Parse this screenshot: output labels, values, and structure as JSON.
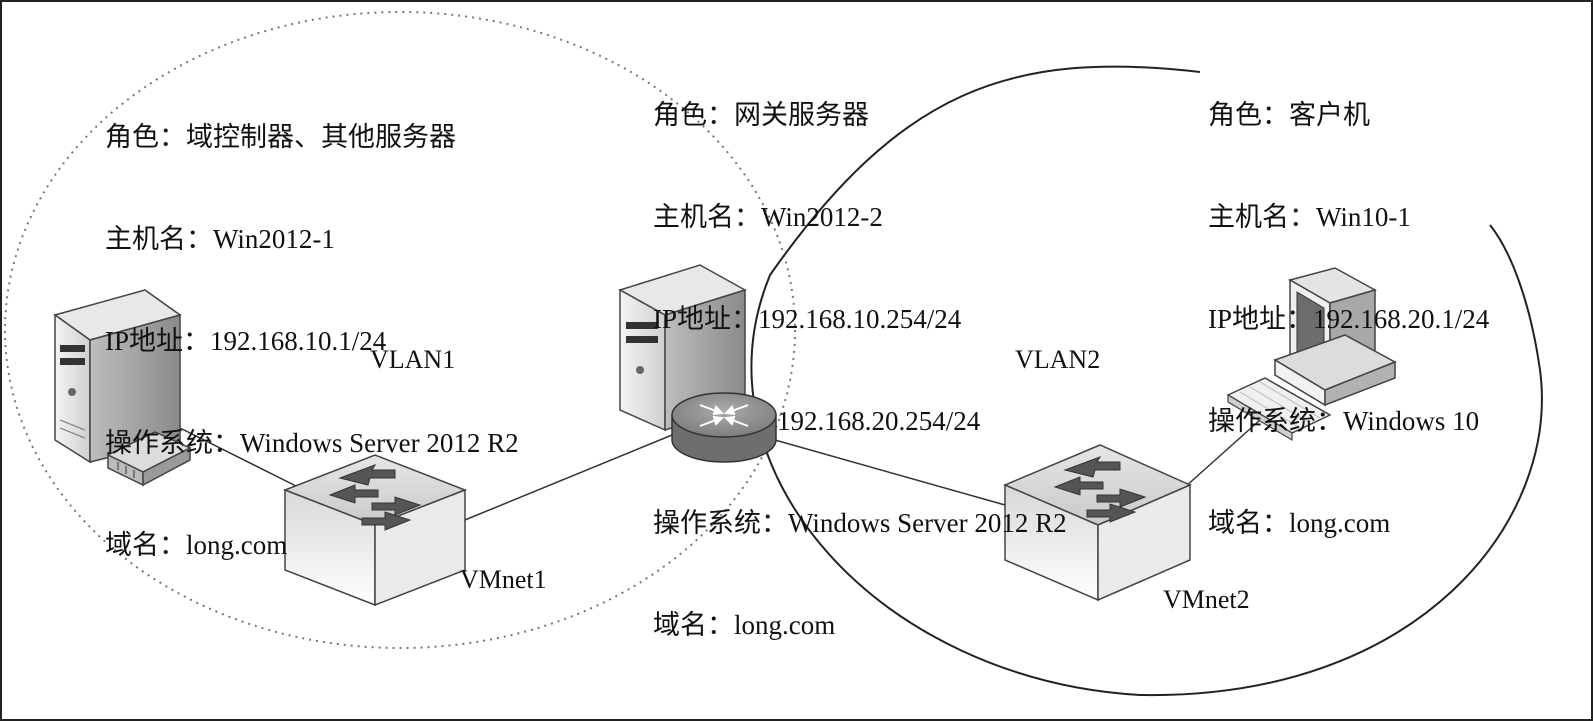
{
  "nodes": {
    "dc": {
      "role": "角色：域控制器、其他服务器",
      "hostname": "主机名：Win2012-1",
      "ip": "IP地址：192.168.10.1/24",
      "os": "操作系统：Windows Server 2012 R2",
      "domain": "域名：long.com"
    },
    "gateway": {
      "role": "角色：网关服务器",
      "hostname": "主机名：Win2012-2",
      "ip": "IP地址：192.168.10.254/24",
      "ip2": "192.168.20.254/24",
      "os": "操作系统：Windows Server 2012 R2",
      "domain": "域名：long.com"
    },
    "client": {
      "role": "角色：客户机",
      "hostname": "主机名：Win10-1",
      "ip": "IP地址：192.168.20.1/24",
      "os": "操作系统：Windows 10",
      "domain": "域名：long.com"
    }
  },
  "networks": {
    "vlan1": "VLAN1",
    "vlan2": "VLAN2",
    "vmnet1": "VMnet1",
    "vmnet2": "VMnet2"
  },
  "icons": {
    "server": "server-tower-icon",
    "router": "router-icon",
    "switch": "switch-icon",
    "workstation": "desktop-computer-icon"
  }
}
